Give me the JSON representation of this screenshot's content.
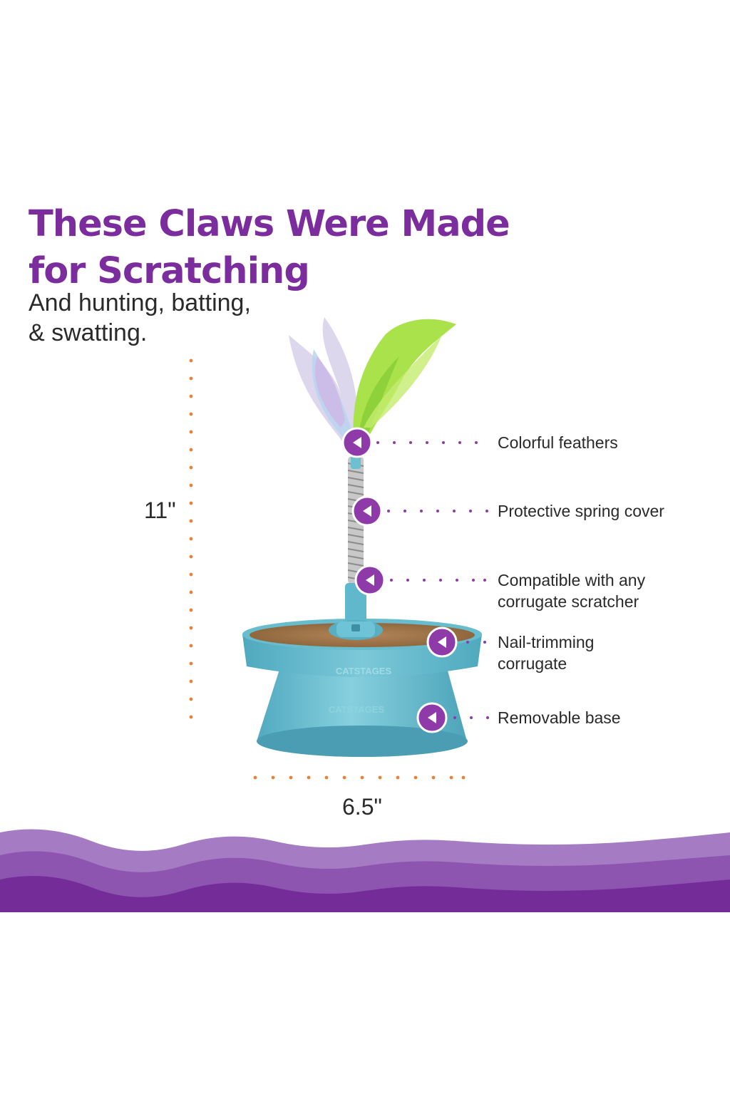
{
  "headline": {
    "line1": "These Claws Were Made",
    "line2": "for Scratching"
  },
  "subheadline": {
    "line1": "And hunting, batting,",
    "line2": "& swatting."
  },
  "dimensions": {
    "height": "11\"",
    "width": "6.5\""
  },
  "callouts": [
    {
      "label": "Colorful feathers"
    },
    {
      "label": "Protective spring cover"
    },
    {
      "label": "Compatible with any\ncorrugate scratcher"
    },
    {
      "label": "Nail-trimming\ncorrugate"
    },
    {
      "label": "Removable base"
    }
  ],
  "product": {
    "brand_mark": "CATSTAGES"
  },
  "colors": {
    "headline": "#7b2d9e",
    "accent_purple": "#8e3aa8",
    "dimension_dots": "#e8823a",
    "toy_teal": "#5fb8cc",
    "wave_light": "#a57bc4",
    "wave_mid": "#8d54b0",
    "wave_dark": "#742c98"
  }
}
